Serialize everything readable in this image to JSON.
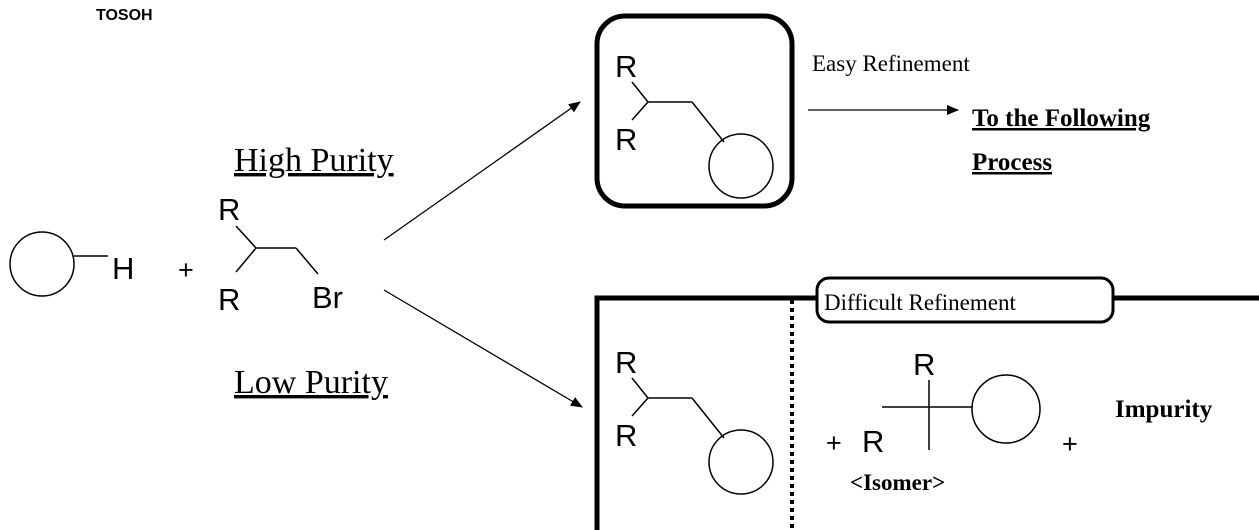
{
  "logo": {
    "text": "TOSOH"
  },
  "reaction": {
    "reactant_h": "H",
    "plus": "+",
    "r_top": "R",
    "r_bottom": "R",
    "br": "Br"
  },
  "high_path": {
    "label": "High Purity",
    "r_top": "R",
    "r_bottom": "R",
    "refinement": "Easy Refinement",
    "next_line1": "To the Following",
    "next_line2": "Process"
  },
  "low_path": {
    "label": "Low Purity",
    "refinement": "Difficult Refinement",
    "r_top": "R",
    "r_bottom": "R",
    "plus1": "+",
    "isomer_r_left": "R",
    "isomer_r_top": "R",
    "plus2": "+",
    "impurity": "Impurity",
    "isomer_label": "<Isomer>"
  },
  "colors": {
    "stroke": "#000000",
    "background": "#ffffff"
  }
}
